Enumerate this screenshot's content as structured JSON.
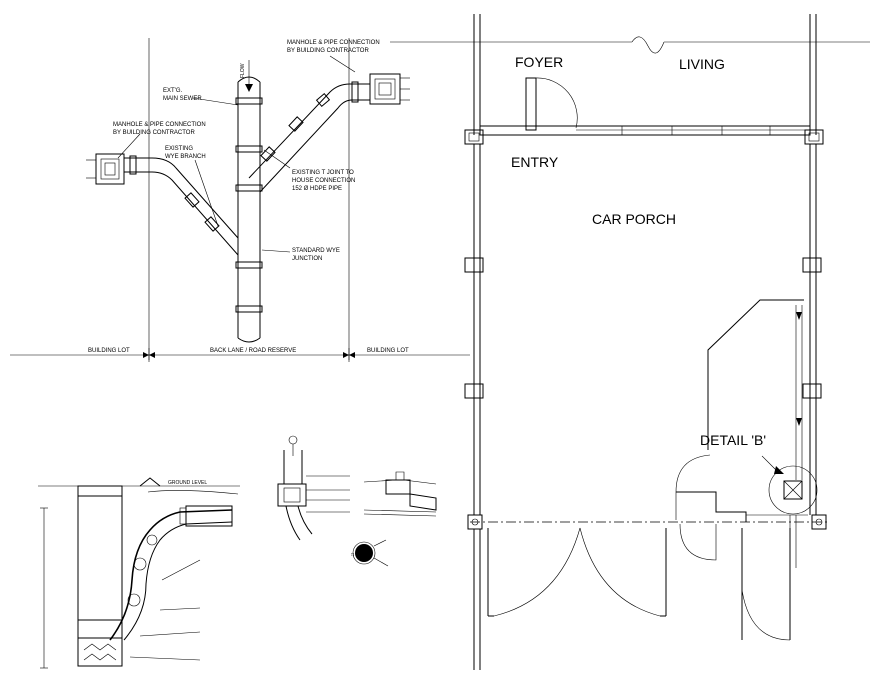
{
  "elevation": {
    "label_manhole_right": [
      "MANHOLE & PIPE CONNECTION",
      "BY BUILDING CONTRACTOR"
    ],
    "label_manhole_left": [
      "MANHOLE & PIPE CONNECTION",
      "BY BUILDING CONTRACTOR"
    ],
    "label_main_sewer": [
      "EXT'G.",
      "MAIN SEWER"
    ],
    "label_flow": "FLOW",
    "label_wye_branch": [
      "EXISTING",
      "WYE BRANCH"
    ],
    "label_t_joint": [
      "EXISTING T JOINT TO",
      "HOUSE CONNECTION",
      "152 Ø HDPE PIPE"
    ],
    "label_std_wye": [
      "STANDARD WYE",
      "JUNCTION"
    ],
    "dim_building_lot_left": "BUILDING LOT",
    "dim_back_lane": "BACK LANE / ROAD RESERVE",
    "dim_building_lot_right": "BUILDING LOT"
  },
  "plan": {
    "foyer": "FOYER",
    "living": "LIVING",
    "entry": "ENTRY",
    "car_porch": "CAR PORCH",
    "detail_b": "DETAIL 'B'"
  },
  "section": {
    "ground_level": "GROUND LEVEL",
    "marker": "□"
  }
}
